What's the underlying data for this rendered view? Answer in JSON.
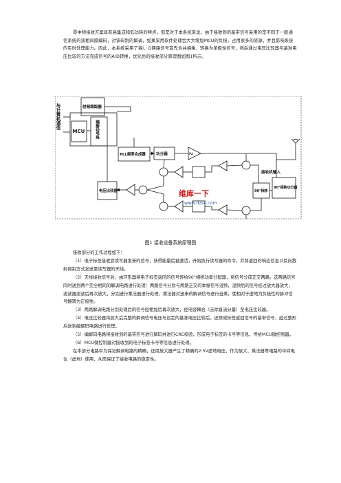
{
  "intro": "零中频接收方案具有高集成和低功耗的特点，但是对于本系统来说，由于接收到的基带信号采用的是不同于一般通信系统的双相间隔编码，对该码制的解调，如果采用软件处理会大大增加MCU的负担，占用很多的资源，并且影响系统的实时处理能力。因此，本系统采用了将I、Q两路信号首先合并相乘，转换为单极性信号，然后通过电压比较器与基准电压比较的方法完成信号的A/D转换，优化后的接收部分原理图如图1所示。",
  "diagram": {
    "left_label": "与计算机通信",
    "mcu": "MCU",
    "rf_reader": "射频跟踪器",
    "decoder": "编解码电路",
    "pll": "PLL频率合成器",
    "power_div": "功分器",
    "pa": "PA",
    "rx_input": "接收机输入",
    "comparator": "电压比较器",
    "phase90": "90°相移",
    "phase90_div": "90°相移功分器",
    "watermark_top": "维库一下",
    "watermark_url": "www.dzsc.com"
  },
  "caption": "图1 接收设备系统原理图",
  "list": [
    "接收部分的工作过程如下：",
    "（1）电子标签接收到读写器发来的信号，获得能量后被激活，开始执行读写器的命令，并将返回的响应信息以反向散射调制方式发送至读写器的天线。",
    "（2）天线接收信号后，由环形器将电子标签返回的信号传给90°相移功率分配器，将信号分成正交两路。这两路信号同时送到两个完全相同的解调电路进行处理：两路信号分别与两路正交的本振信号混频，混频后的信号经过放大器放大，滤波器滤波后再次放大，分别进行乘法器进行处理，乘法器对送来的解调信号进行自乘，使相对于虚地为负极性的脉冲信号翻转为正极性。",
    "（3）两路解调电路分别处理后的信号经相加后再次放大，经电容耦合（去除直流分量）至电压比较器。",
    "（4）电压比较器将放大后完整的解调信号电压与设定的基准电压比较后，还原成标签返回信号的基带信号，经过整形后送到编解码电路进行处理。",
    "（5）编解码电路将接收到的基带信号进行解码并进行CRC校验，形成电子标签的卡号等信息，传给MCU微控制器。",
    "（6）MCU微控制器对接收到的电子标签卡号等信息进行处理。",
    "在本部分电路中为保证解调电路的精确，还用放大器产生了精确的2.5V虚地电压，作为放大、乘法器等电路的中间电位（虚地）使用，从而保证了接收电路的稳定性。"
  ]
}
